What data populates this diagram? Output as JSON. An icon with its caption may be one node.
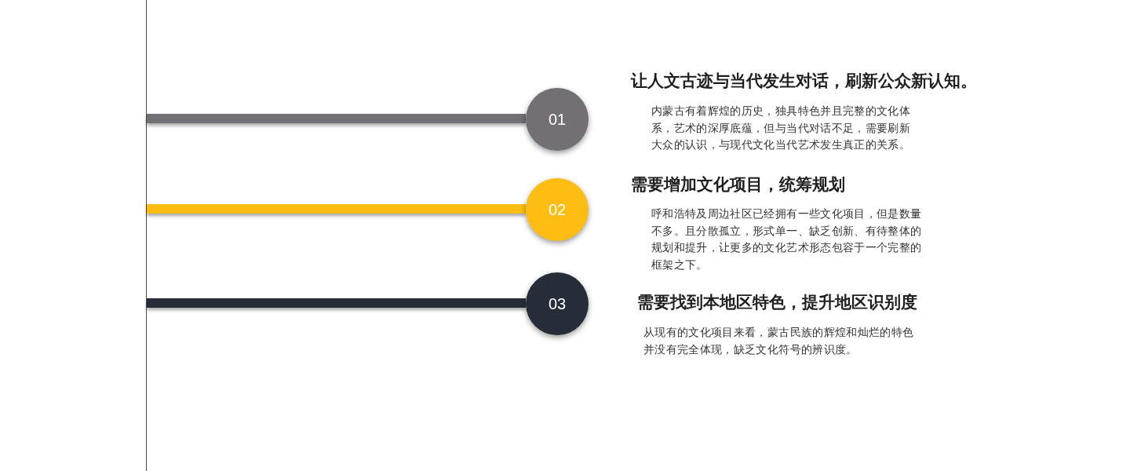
{
  "diagram": {
    "nodes": [
      {
        "text": [
          "01"
        ],
        "beside": [
          "让人文古迹与当代发生对话，刷新公众新认知。",
          "内蒙古有着辉煌的历史，独具特色并且完整的文化体系，艺术的深厚底蕴，但与当代对话不足，需要刷新大众的认识，与现代文化当代艺术发生真正的关系。"
        ]
      },
      {
        "text": [
          "02"
        ],
        "beside": [
          "需要增加文化项目，统筹规划",
          "呼和浩特及周边社区已经拥有一些文化项目，但是数量不多。且分散孤立，形式单一、缺乏创新、有待整体的规划和提升，让更多的文化艺术形态包容于一个完整的框架之下。"
        ]
      },
      {
        "text": [
          "03"
        ],
        "beside": [
          "需要找到本地区特色，提升地区识别度",
          "从现有的文化项目来看，蒙古民族的辉煌和灿烂的特色并没有完全体现，缺乏文化符号的辨识度。"
        ]
      }
    ],
    "edges": [
      {
        "from": null,
        "to": 0,
        "arrow": "none",
        "color": "#727075"
      },
      {
        "from": null,
        "to": 1,
        "arrow": "none",
        "color": "#fdbd13"
      },
      {
        "from": null,
        "to": 2,
        "arrow": "none",
        "color": "#272d38"
      }
    ]
  }
}
